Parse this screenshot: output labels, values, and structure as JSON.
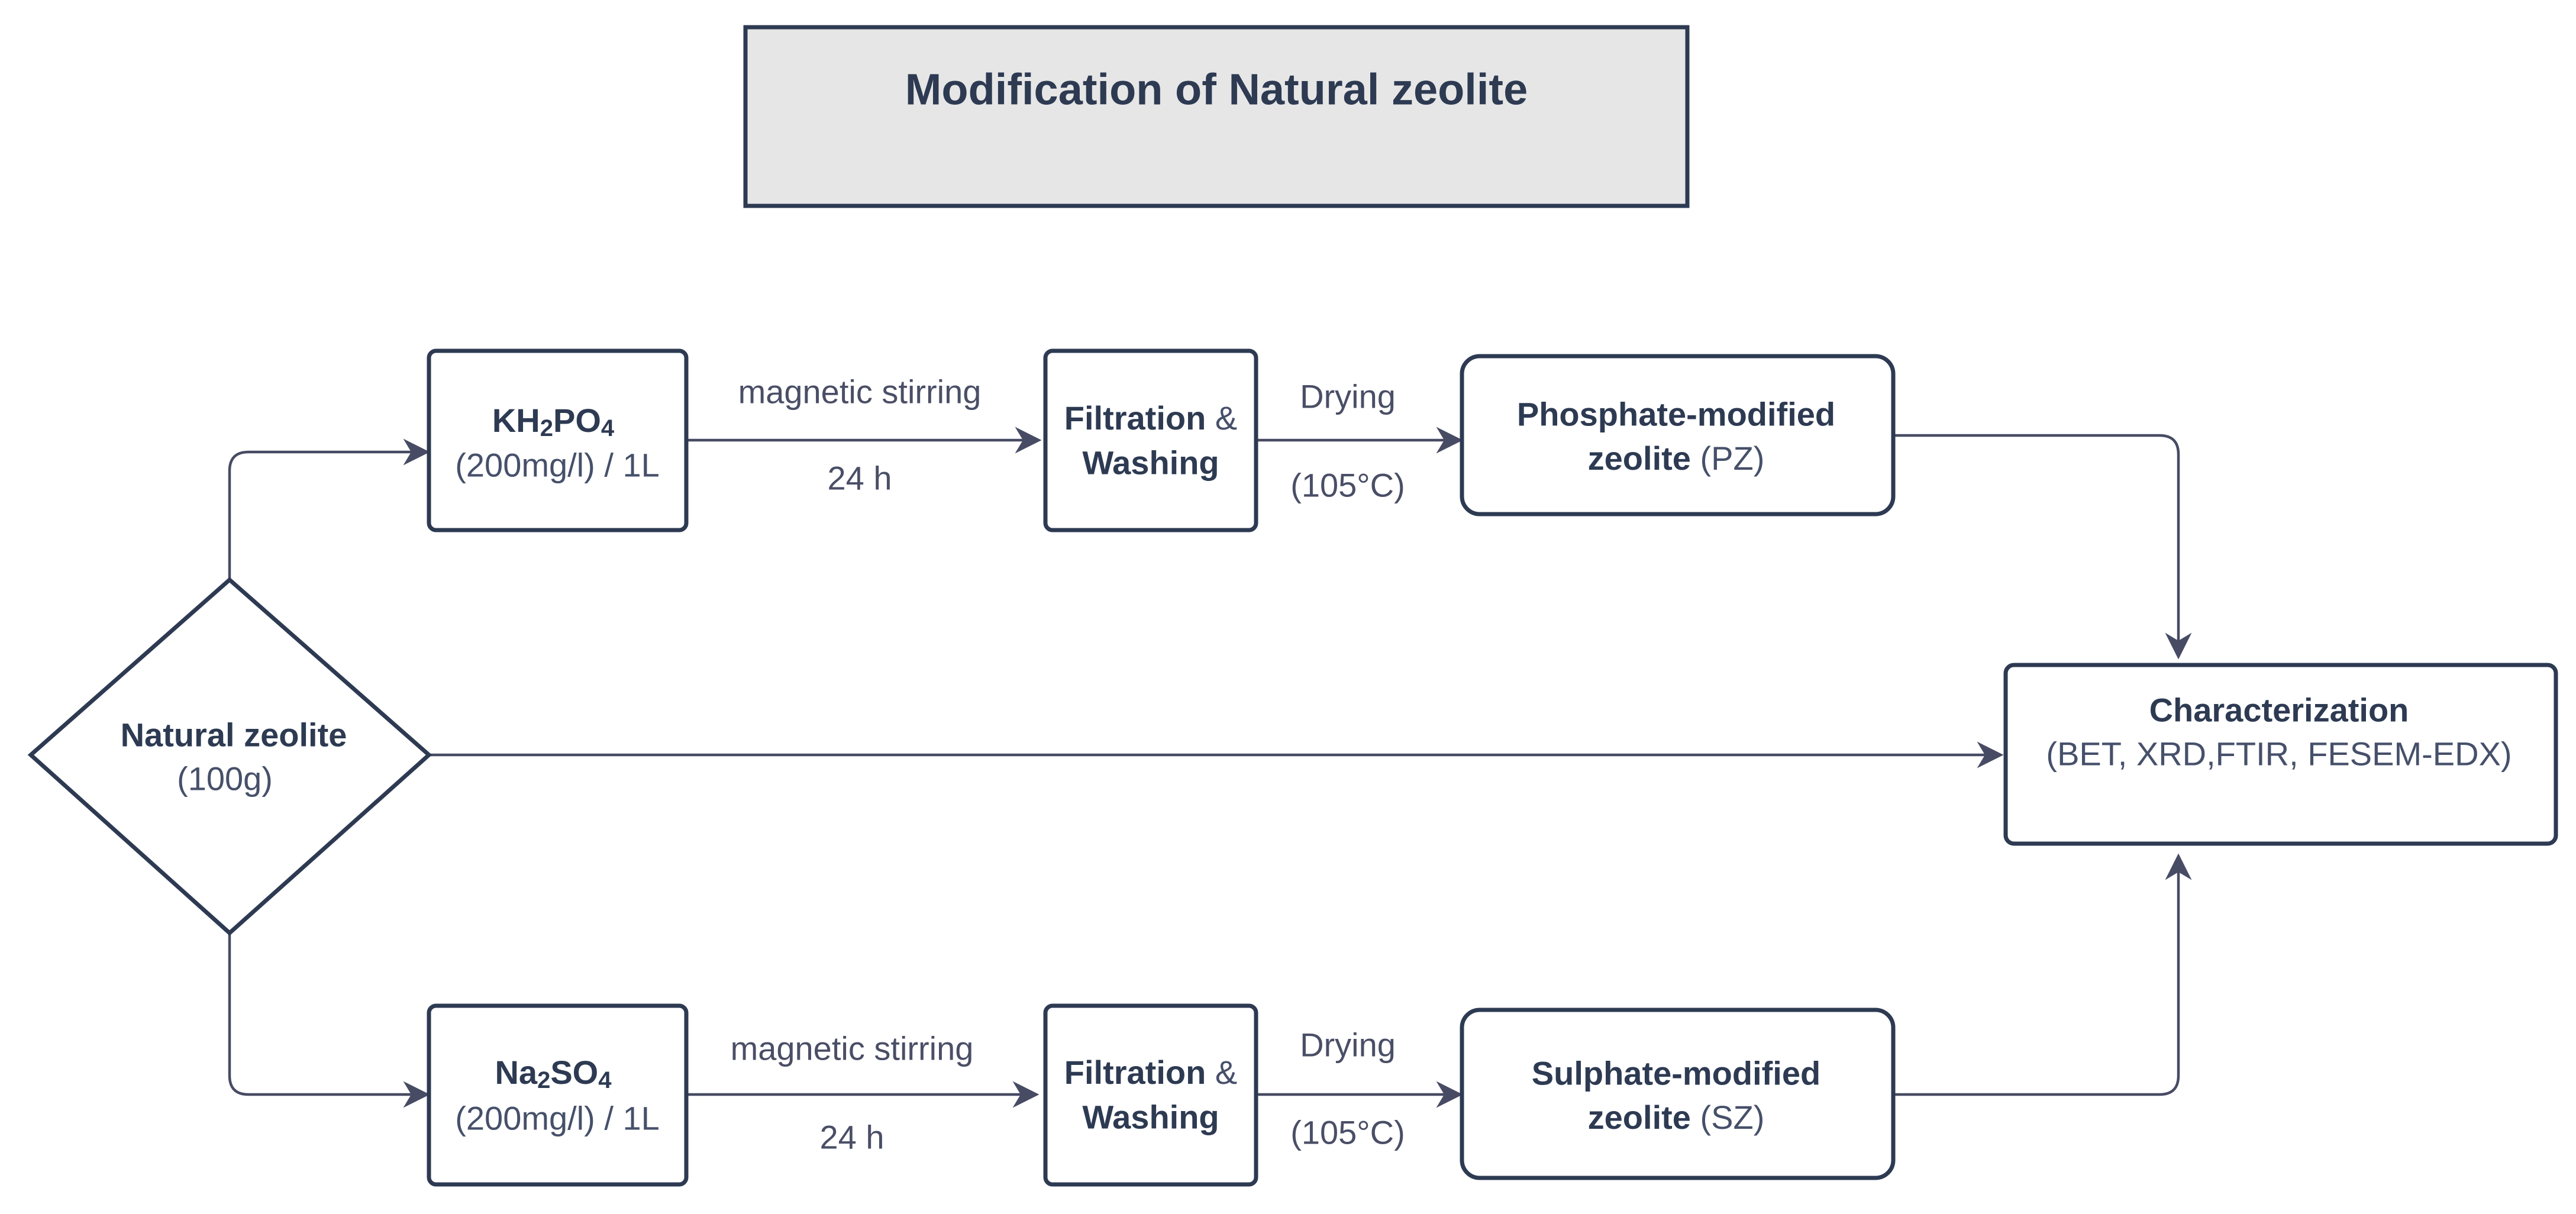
{
  "title": "Modification of Natural zeolite",
  "colors": {
    "stroke": "#2d3a52",
    "title_fill": "#e6e6e6",
    "arrow": "#474b63"
  },
  "nodes": {
    "natural_zeolite": {
      "line1": "Natural zeolite",
      "line2": "(100g)"
    },
    "kh2po4": {
      "formula_parts": [
        "KH",
        "2",
        "PO",
        "4"
      ],
      "line2": "(200mg/l) / 1L"
    },
    "na2so4": {
      "formula_parts": [
        "Na",
        "2",
        "SO",
        "4"
      ],
      "line2": "(200mg/l) / 1L"
    },
    "filtration_top": {
      "word1": "Filtration",
      "amp": " &",
      "word2": "Washing"
    },
    "filtration_bottom": {
      "word1": "Filtration",
      "amp": " &",
      "word2": "Washing"
    },
    "phosphate": {
      "line1": "Phosphate-modified",
      "line2_bold": "zeolite",
      "line2_abbr": " (PZ)"
    },
    "sulphate": {
      "line1": "Sulphate-modified",
      "line2_bold": "zeolite",
      "line2_abbr": " (SZ)"
    },
    "characterization": {
      "line1": "Characterization",
      "line2": "(BET, XRD,FTIR, FESEM-EDX)"
    }
  },
  "edges": {
    "top_stirring": {
      "above": "magnetic stirring",
      "below": "24 h"
    },
    "top_drying": {
      "above": "Drying",
      "below": "(105°C)"
    },
    "bottom_stirring": {
      "above": "magnetic stirring",
      "below": "24 h"
    },
    "bottom_drying": {
      "above": "Drying",
      "below": "(105°C)"
    }
  }
}
